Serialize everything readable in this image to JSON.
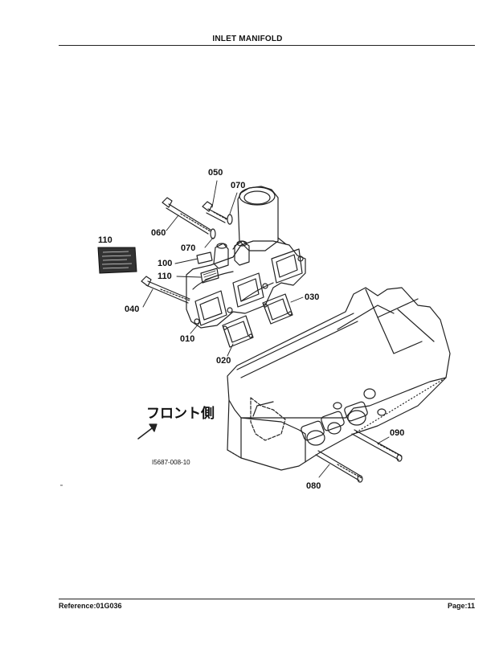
{
  "header": {
    "title": "INLET MANIFOLD"
  },
  "diagram": {
    "front_label": "フロント側",
    "figure_code": "I5687-008-10",
    "callouts": {
      "p050": "050",
      "p070a": "070",
      "p060": "060",
      "p070b": "070",
      "p110a": "110",
      "p100": "100",
      "p110b": "110",
      "p040": "040",
      "p030": "030",
      "p010": "010",
      "p020": "020",
      "p090": "090",
      "p080": "080"
    }
  },
  "footer": {
    "reference": "Reference:01G036",
    "page": "Page:11"
  }
}
